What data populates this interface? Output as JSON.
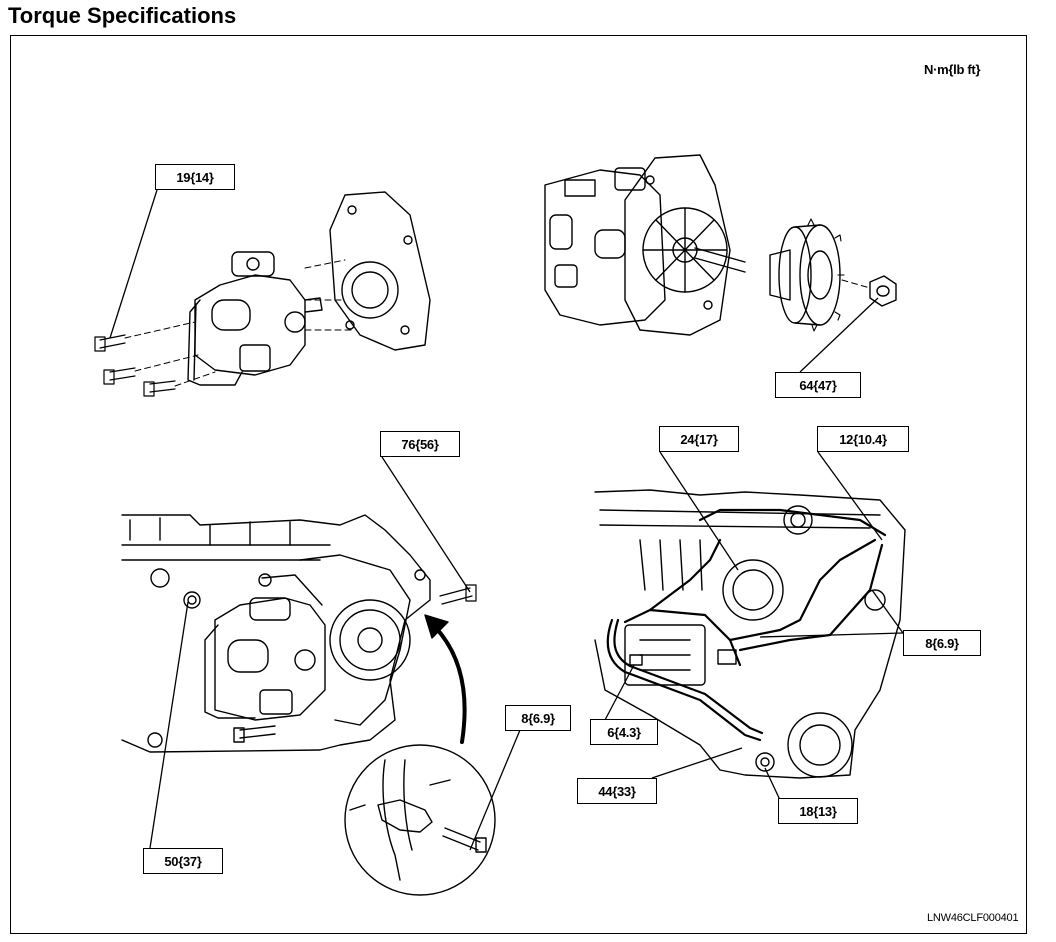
{
  "title": "Torque Specifications",
  "units": "N·m{lb ft}",
  "figure_id": "LNW46CLF000401",
  "torques": {
    "t1": "19{14}",
    "t2": "64{47}",
    "t3": "76{56}",
    "t4": "24{17}",
    "t5": "12{10.4}",
    "t6": "8{6.9}",
    "t7": "6{4.3}",
    "t8": "44{33}",
    "t9": "18{13}",
    "t10": "8{6.9}",
    "t11": "50{37}"
  }
}
